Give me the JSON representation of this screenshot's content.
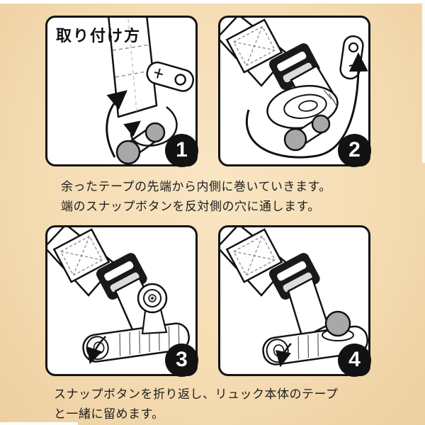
{
  "title": "取り付け方",
  "steps": [
    {
      "number": "1"
    },
    {
      "number": "2"
    },
    {
      "number": "3"
    },
    {
      "number": "4"
    }
  ],
  "captions": {
    "upper_line1": "余ったテープの先端から内側に巻いていきます。",
    "upper_line2": "端のスナップボタンを反対側の穴に通します。",
    "lower_line1": "スナップボタンを折り返し、リュック本体のテープ",
    "lower_line2": "と一緒に留めます。"
  },
  "colors": {
    "background": "#f4dab0",
    "panel_background": "#ffffff",
    "line": "#121212",
    "snap_gray": "#a8a8a8",
    "badge_background": "#121212",
    "badge_text": "#ffffff"
  }
}
